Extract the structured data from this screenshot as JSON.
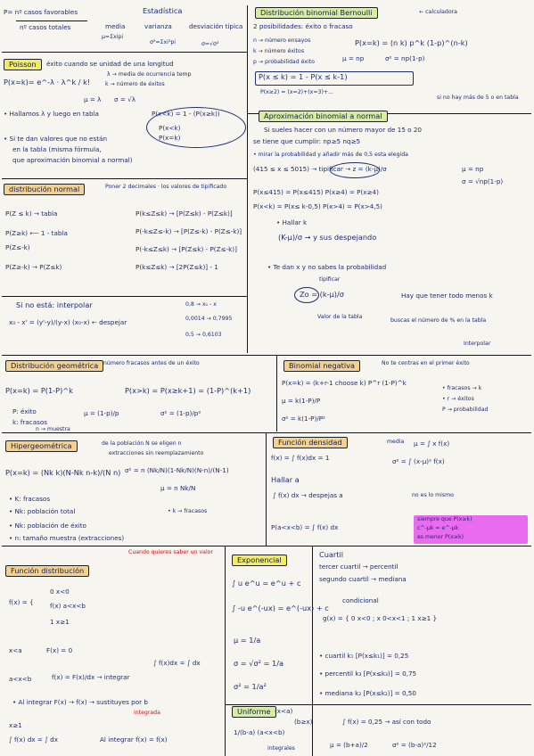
{
  "colors": {
    "ink": "#1c2d70",
    "red": "#c4161c",
    "yellow": "#f3ec60",
    "green": "#d8ee9a",
    "magenta": "#e86bf0"
  },
  "top": {
    "p_def": "P= nº casos favorables",
    "p_den": "nº casos totales",
    "estadistica": "Estadística",
    "media": "media",
    "media_f": "μ=Σxipi",
    "varianza": "varianza",
    "varianza_f": "σ²=Σxi²pi",
    "desviacion": "desviación típica",
    "desviacion_f": "σ=√σ²"
  },
  "poisson": {
    "title": "Poisson",
    "desc": "éxito cuando se unidad de una longitud",
    "lambda_desc": "λ → media de ocurrencia temp",
    "k_desc": "k → número de éxitos",
    "formula": "P(x=k)= e^-λ · λ^k / k!",
    "mu": "μ = λ",
    "sigma": "σ = √λ",
    "note1": "• Hallamos λ y luego en tabla",
    "note2": "P(x<k) = 1 - (P(x≥k))",
    "note3": "P(x<k)",
    "note4": "P(x=k)",
    "note5": "• Si te dan valores que no están",
    "note6": "en la tabla (misma fórmula,",
    "note7": "que aproximación binomial a normal)"
  },
  "binomial": {
    "title": "Distribución binomial Bernoulli",
    "sub": "2 posibilidades: éxito o fracaso",
    "calc": "← calculadora",
    "l1": "n → número ensayos",
    "l2": "k → número éxitos",
    "l3": "p → probabilidad éxito",
    "f1": "P(x=k) = (n k) p^k (1-p)^(n-k)",
    "mu": "μ = np",
    "sigma": "σ² = np(1-p)",
    "f2": "P(x ≤ k) = 1 - P(x ≤ k-1)",
    "f3": "P(x≥2) = (x=2)+(x=3)+...",
    "note": "si no hay más de 5 o en tabla"
  },
  "aprox_bin_normal": {
    "title": "Aproximación binomial a normal",
    "l1": "Si sueles hacer con un número mayor de 15 o 20",
    "l2": "se tiene que cumplir: np≥5   nq≥5",
    "l3": "• mirar la probabilidad y añadir más de 0,5 esta elegida",
    "l4": "(415 ≤ x ≤ 5015) → tipificar → z = (k-μ)/σ",
    "mu": "μ = np",
    "sigma": "σ = √np(1-p)",
    "f1": "P(x≤415) = P(x≤415)   P(x≥4) = P(x≥4)",
    "f2": "P(x<k) = P(x≤ k-0,5)   P(x>4) = P(x>4,5)",
    "hallar": "• Hallar k",
    "f3": "(K-μ)/σ → y sus despejando",
    "l5": "• Te dan x y no sabes la probabilidad",
    "tipificar": "tipificar",
    "zo": "Zo = (k-μ)/σ",
    "l6": "Hay que tener todo menos k",
    "l7": "Valor de la tabla",
    "l8": "buscas el número de % en la tabla",
    "l9": "Interpolar"
  },
  "normal": {
    "title": "distribución normal",
    "sub": "Poner 2 decimales · los valores de tipificado",
    "l1": "P(Z ≤ k) → tabla",
    "l2": "P(Z≥k)  ⟵ 1 - tabla",
    "l3": "P(Z≤-k)",
    "l4": "P(Z≥-k) → P(Z≤k)",
    "f1": "P(k≤Z≤k) → [P(Z≤k) - P(Z≤k)]",
    "f2": "P(-k≤Z≤-k) → [P(Z≤-k) - P(Z≤-k)]",
    "f3": "P(-k≤Z≤k) → [P(Z≤k) - P(Z≤-k)]",
    "f4": "P(k≤Z≤k) → [2P(Z≤k)] - 1",
    "no_tabla": "Si no está: interpolar",
    "f5": "x₀ - x' = (y'-y)/(y-x) (x₀-x) ← despejar",
    "v1": "0,8 → x₀ - x",
    "v2": "0,0014 → 0,7995",
    "v3": "0,5 → 0,6103"
  },
  "geometrica": {
    "title": "Distribución geométrica",
    "desc": "número fracasos antes de un éxito",
    "f1": "P(x=k) = P(1-P)^k",
    "f2": "P(x>k) = P(x≥k+1) = (1-P)^(k+1)",
    "l1": "P: éxito",
    "l2": "k: fracasos",
    "l3": "n → muestra",
    "mu": "μ = (1-p)/p",
    "sigma": "σ² = (1-p)/p²"
  },
  "binomial_negativa": {
    "title": "Binomial negativa",
    "desc": "No te centras en el primer éxito",
    "f1": "P(x=k) = (k+r-1 choose k) P^r (1-P)^k",
    "mu": "μ = k(1-P)/P",
    "sigma": "σ² = k(1-P)/P²",
    "l1": "• fracasos → k",
    "l2": "• r → éxitos",
    "l3": "P → probabilidad"
  },
  "hipergeometrica": {
    "title": "Hipergeométrica",
    "desc": "de la población N se eligen n",
    "desc2": "extracciones sin reemplazamiento",
    "f1": "P(x=k) = (Nk k)(N-Nk n-k)/(N n)",
    "sigma": "σ² = n (Nk/N)(1-Nk/N)(N-n)/(N-1)",
    "mu": "μ = n Nk/N",
    "l1": "• K: fracasos",
    "l2": "• Nk: población total",
    "l3": "• Nk: población de éxito",
    "l4": "• n: tamaño muestra (extracciones)",
    "l5": "• k → fracasos"
  },
  "densidad": {
    "title": "Función densidad",
    "f1": "f(x) = ∫ f(x)dx = 1",
    "media": "media",
    "mu": "μ = ∫ x f(x)",
    "sigma": "σ² = ∫ (x-μ)² f(x)",
    "hallar": "Hallar a",
    "f2": "∫ f(x) dx → despejas a",
    "f3": "P(a<x<b) = ∫ f(x) dx",
    "note": "no es lo mismo",
    "magenta1": "siempre que P(x≥k)",
    "magenta2": "c^-μk = e^-μk",
    "magenta3": "es menor P(x≥k)"
  },
  "distribucion": {
    "title": "Función distribución",
    "note_top": "Cuando quieres saber un valor",
    "l0": "f(x) = {",
    "l1": "0        x<0",
    "l2": "f(x)    a<x<b",
    "l3": "1        x≥1",
    "l4": "x<a",
    "l5": "F(x) = 0",
    "l6": "a<x<b",
    "f1": "f(x) = F(x)/dx → integrar",
    "f2": "∫ f(x)dx = ∫ dx",
    "l7": "• Al integrar F(x) → f(x) → sustituyes por b",
    "integrada": "integrada",
    "l8": "x≥1",
    "f3": "∫ f(x) dx = ∫ dx",
    "l9": "Al integrar f(x) = f(x)"
  },
  "exponencial": {
    "title": "Exponencial",
    "f1": "∫ u e^u = e^u + c",
    "f2": "∫ -u e^(-ux) = e^(-ux) + c",
    "mu": "μ = 1/a",
    "sigma": "σ = √σ² = 1/a",
    "sigma2": "σ² = 1/a²"
  },
  "cuartil": {
    "title": "Cuartil",
    "l1": "tercer cuartil → percentil",
    "l2": "segundo cuartil → mediana",
    "condicional": "condicional",
    "f1": "g(x) = { 0 x<0 ; x 0<x<1 ; 1 x≥1 }",
    "f2": "• cuartil k₁ [P(x≤k₁)] = 0,25",
    "f3": "• percentil k₃ [P(x≤k₃)] = 0,75",
    "f4": "• mediana k₂ [P(x≤k₂)] = 0,50",
    "f5": "∫ f(x) = 0,25 → así con todo"
  },
  "uniforme": {
    "title": "Uniforme",
    "l1": "(x<a)",
    "l2": "(b≥x)",
    "f1": "1/(b-a) (a<x<b)",
    "f2": "μ = (b+a)/2",
    "f3": "σ² = (b-a)²/12",
    "integrales": "integrales"
  }
}
